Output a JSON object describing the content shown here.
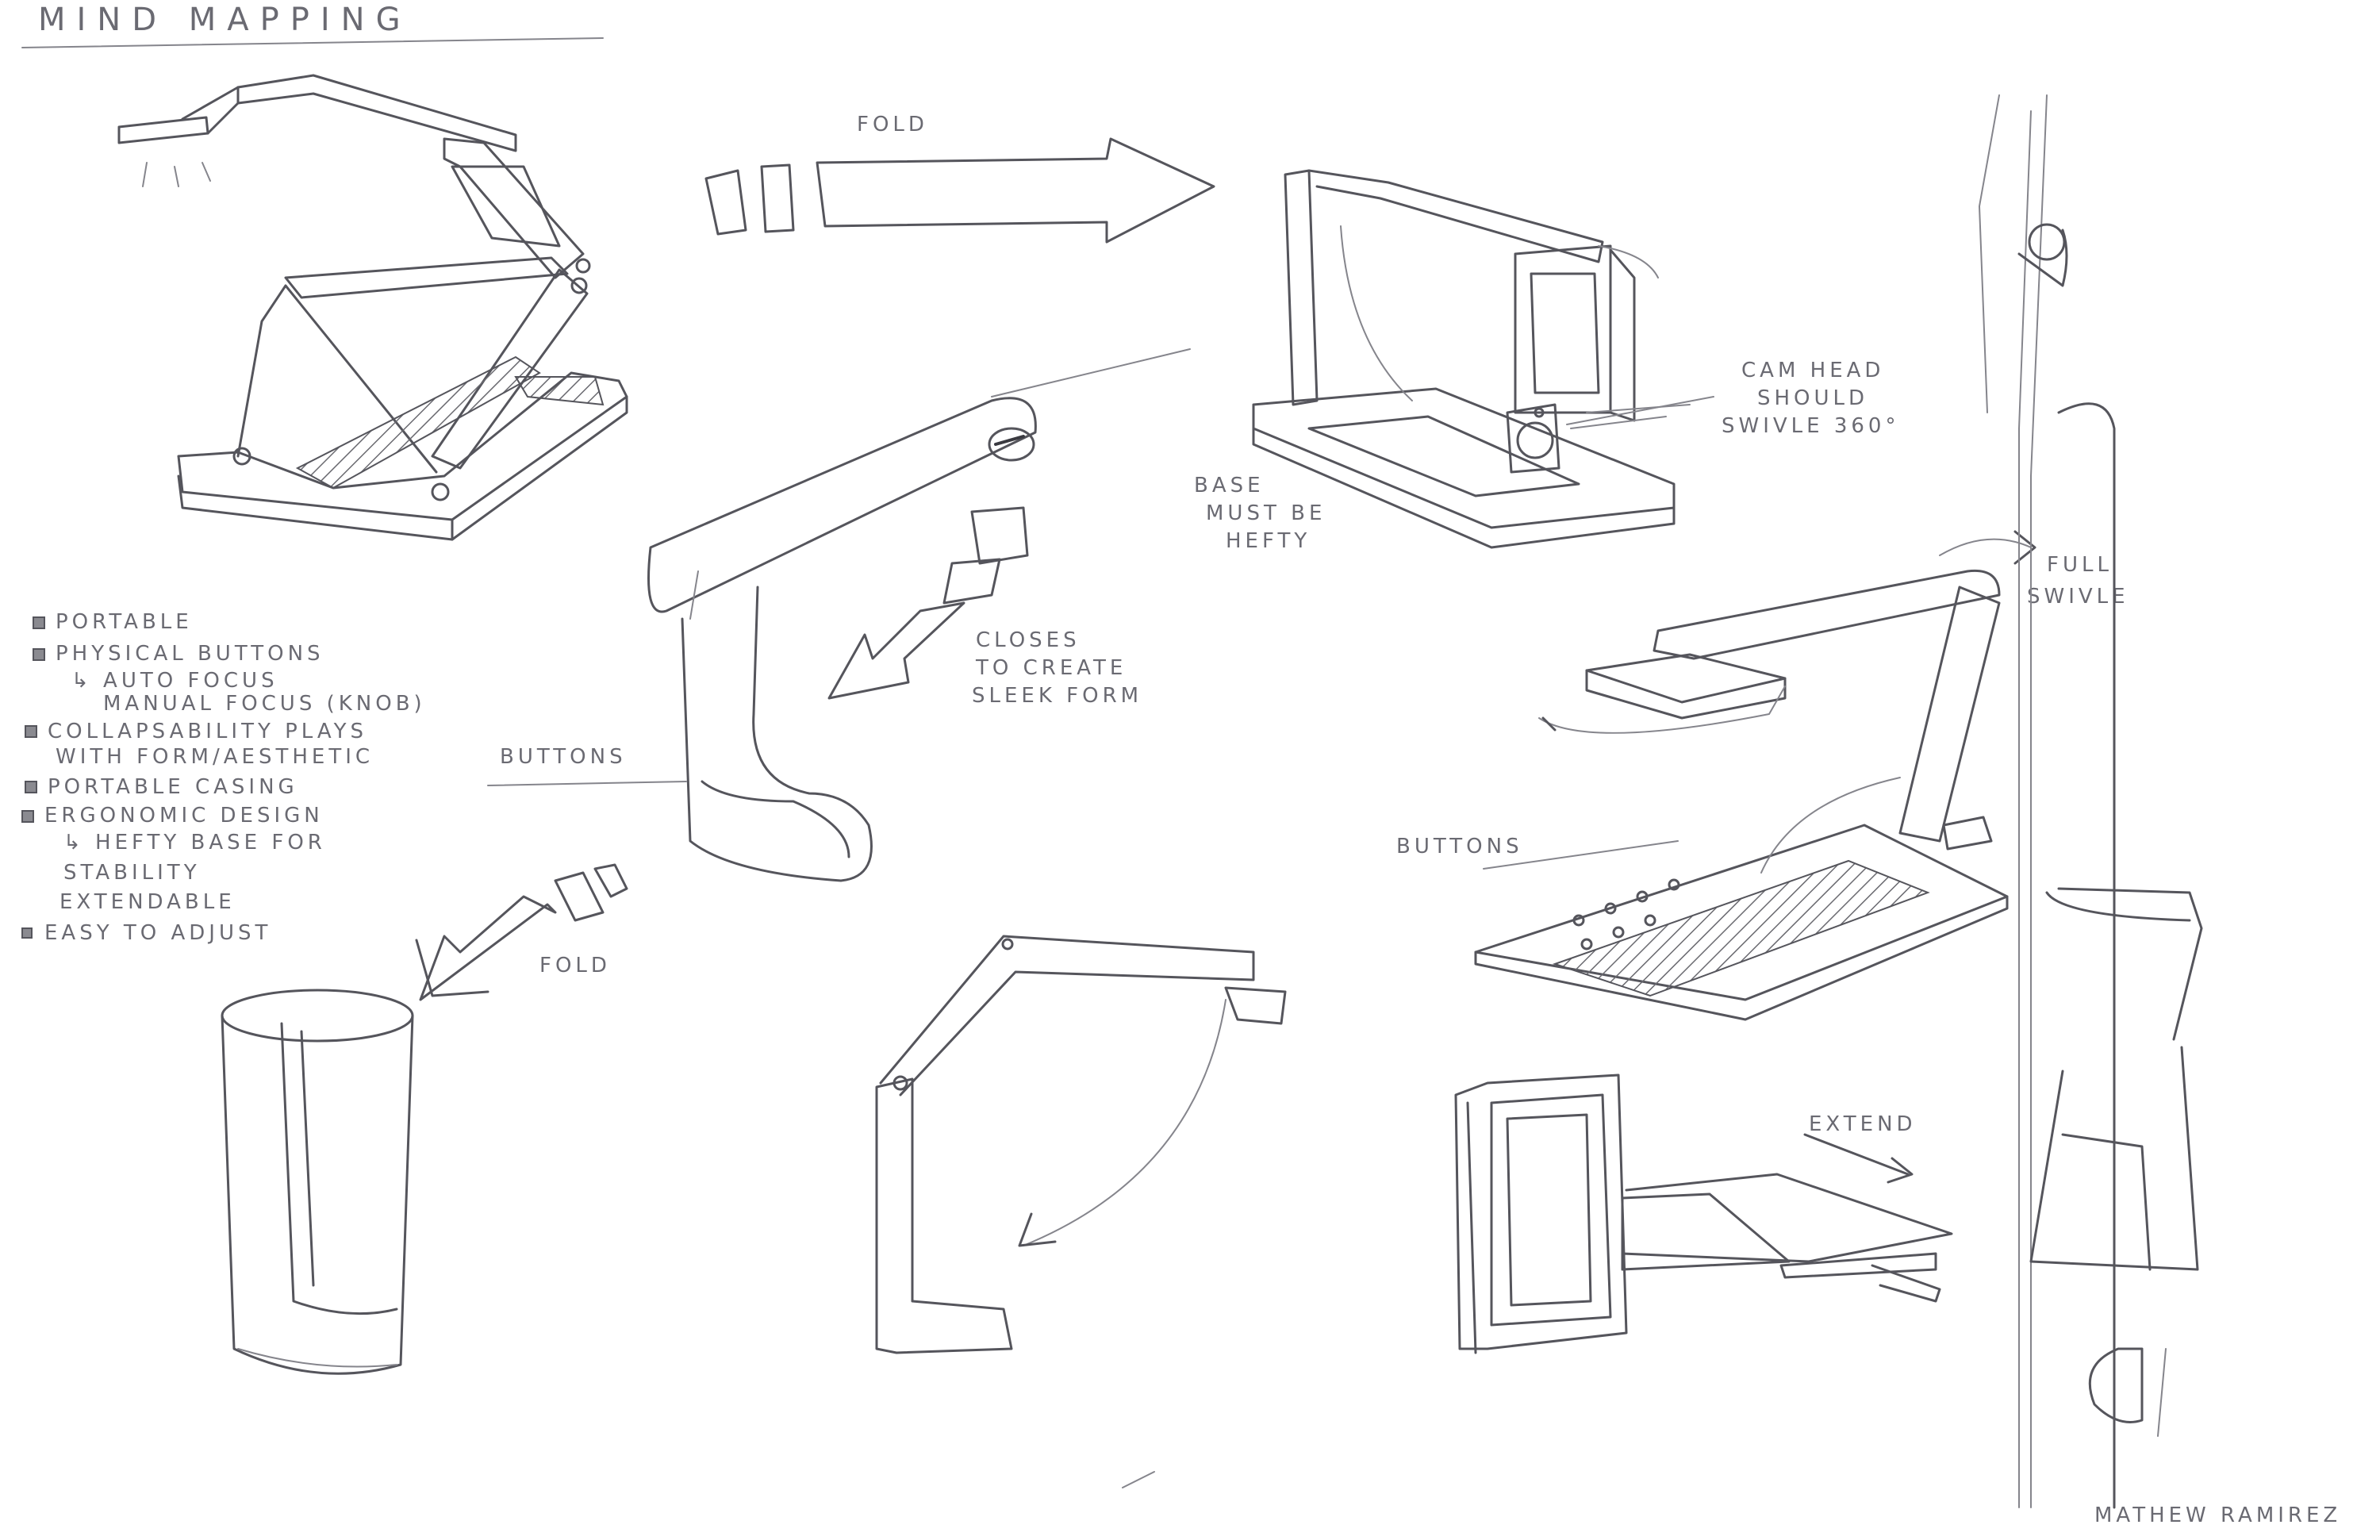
{
  "title": "MIND MAPPING",
  "features": [
    "PORTABLE",
    "PHYSICAL BUTTONS",
    "↳ AUTO FOCUS",
    "MANUAL FOCUS (KNOB)",
    "COLLAPSABILITY PLAYS",
    "WITH FORM/AESTHETIC",
    "PORTABLE CASING",
    "ERGONOMIC DESIGN",
    "↳ HEFTY BASE FOR",
    "STABILITY",
    "EXTENDABLE",
    "EASY TO ADJUST"
  ],
  "annotations": {
    "fold_top": "FOLD",
    "fold_bottom": "FOLD",
    "buttons_left": "BUTTONS",
    "buttons_right": "BUTTONS",
    "closes_1": "CLOSES",
    "closes_2": "TO CREATE",
    "closes_3": "SLEEK FORM",
    "base_1": "BASE",
    "base_2": "MUST BE",
    "base_3": "HEFTY",
    "cam_1": "CAM HEAD",
    "cam_2": "SHOULD",
    "cam_3": "SWIVLE 360°",
    "full_1": "FULL",
    "full_2": "SWIVLE",
    "extend": "EXTEND"
  },
  "signature": "MATHEW RAMIREZ"
}
